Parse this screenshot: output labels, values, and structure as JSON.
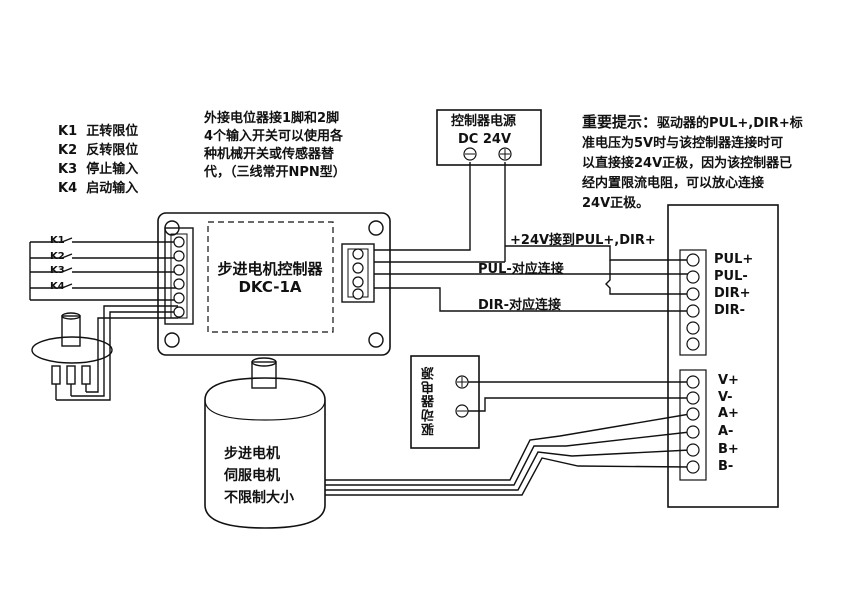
{
  "limits": [
    {
      "key": "K1",
      "label": "正转限位"
    },
    {
      "key": "K2",
      "label": "反转限位"
    },
    {
      "key": "K3",
      "label": "停止输入"
    },
    {
      "key": "K4",
      "label": "启动输入"
    }
  ],
  "note_lines": [
    "外接电位器接1脚和2脚",
    "4个输入开关可以使用各",
    "种机械开关或传感器替",
    "代，（三线常开NPN型）"
  ],
  "controller_power": {
    "title": "控制器电源",
    "voltage": "DC  24V"
  },
  "tip": {
    "title": "重要提示：",
    "lines": [
      "驱动器的PUL+,DIR+标",
      "准电压为5V时与该控制器连接时可",
      "以直接接24V正极，因为该控制器已",
      "经内置限流电阻，可以放心连接",
      "24V正极。"
    ]
  },
  "controller": {
    "name": "步进电机控制器",
    "model": "DKC-1A"
  },
  "wire_labels": {
    "plus24": "+24V接到PUL+,DIR+",
    "pul": "PUL-对应连接",
    "dir": "DIR-对应连接"
  },
  "driver_terminals_top": [
    "PUL+",
    "PUL-",
    "DIR+",
    "DIR-"
  ],
  "driver_terminals_bottom": [
    "V+",
    "V-",
    "A+",
    "A-",
    "B+",
    "B-"
  ],
  "driver_power": {
    "label": "驱动器电源"
  },
  "motor": {
    "lines": [
      "步进电机",
      "伺服电机",
      "不限制大小"
    ]
  }
}
